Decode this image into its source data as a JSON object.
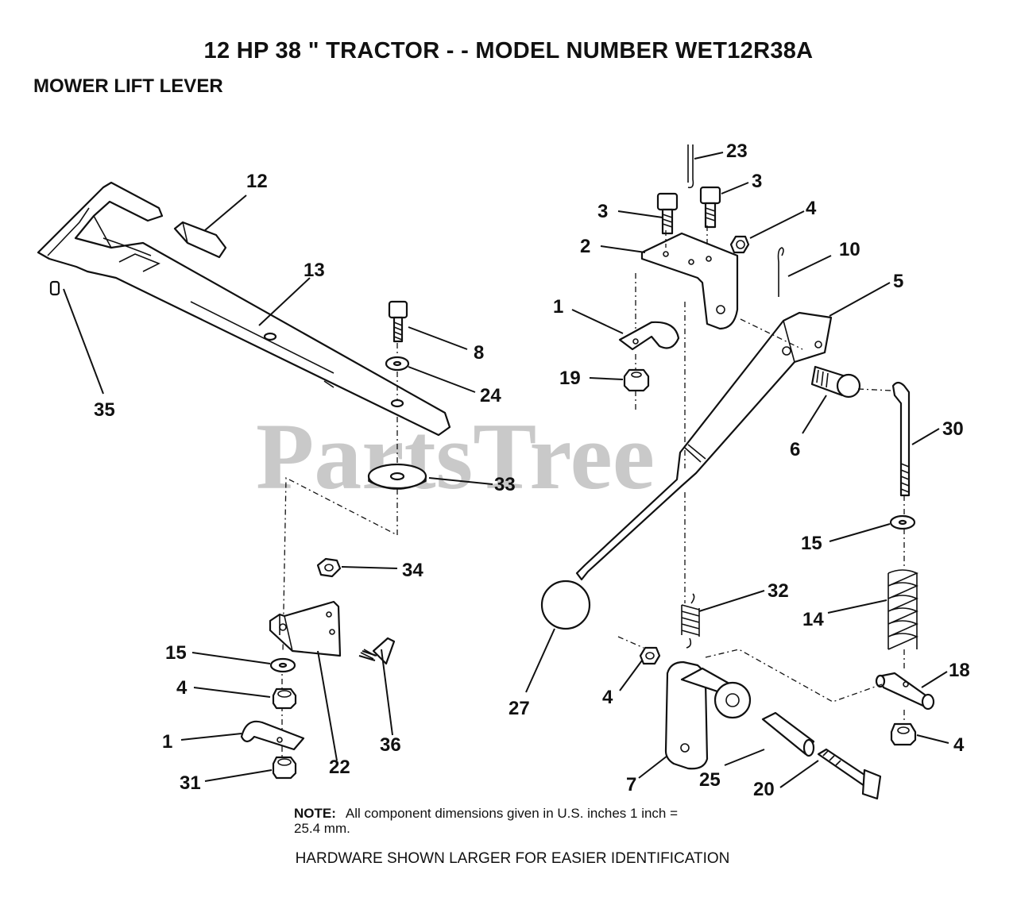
{
  "header": {
    "title": "12 HP 38 \" TRACTOR - - MODEL NUMBER WET12R38A",
    "subtitle": "MOWER LIFT LEVER"
  },
  "watermark": "PartsTree",
  "callouts": [
    {
      "id": "c12",
      "label": "12"
    },
    {
      "id": "c13",
      "label": "13"
    },
    {
      "id": "c35",
      "label": "35"
    },
    {
      "id": "c8",
      "label": "8"
    },
    {
      "id": "c24",
      "label": "24"
    },
    {
      "id": "c33",
      "label": "33"
    },
    {
      "id": "c34",
      "label": "34"
    },
    {
      "id": "c15a",
      "label": "15"
    },
    {
      "id": "c4a",
      "label": "4"
    },
    {
      "id": "c1a",
      "label": "1"
    },
    {
      "id": "c31",
      "label": "31"
    },
    {
      "id": "c22",
      "label": "22"
    },
    {
      "id": "c36",
      "label": "36"
    },
    {
      "id": "c23",
      "label": "23"
    },
    {
      "id": "c3a",
      "label": "3"
    },
    {
      "id": "c3b",
      "label": "3"
    },
    {
      "id": "c4b",
      "label": "4"
    },
    {
      "id": "c2",
      "label": "2"
    },
    {
      "id": "c10",
      "label": "10"
    },
    {
      "id": "c5",
      "label": "5"
    },
    {
      "id": "c1b",
      "label": "1"
    },
    {
      "id": "c19",
      "label": "19"
    },
    {
      "id": "c6",
      "label": "6"
    },
    {
      "id": "c30",
      "label": "30"
    },
    {
      "id": "c15b",
      "label": "15"
    },
    {
      "id": "c32",
      "label": "32"
    },
    {
      "id": "c14",
      "label": "14"
    },
    {
      "id": "c27",
      "label": "27"
    },
    {
      "id": "c4c",
      "label": "4"
    },
    {
      "id": "c18",
      "label": "18"
    },
    {
      "id": "c4d",
      "label": "4"
    },
    {
      "id": "c7",
      "label": "7"
    },
    {
      "id": "c25",
      "label": "25"
    },
    {
      "id": "c20",
      "label": "20"
    }
  ],
  "note": {
    "label": "NOTE:",
    "text_line1": "All component dimensions given in U.S. inches 1 inch =",
    "text_line2": "25.4 mm."
  },
  "footer": "HARDWARE SHOWN LARGER FOR EASIER IDENTIFICATION"
}
